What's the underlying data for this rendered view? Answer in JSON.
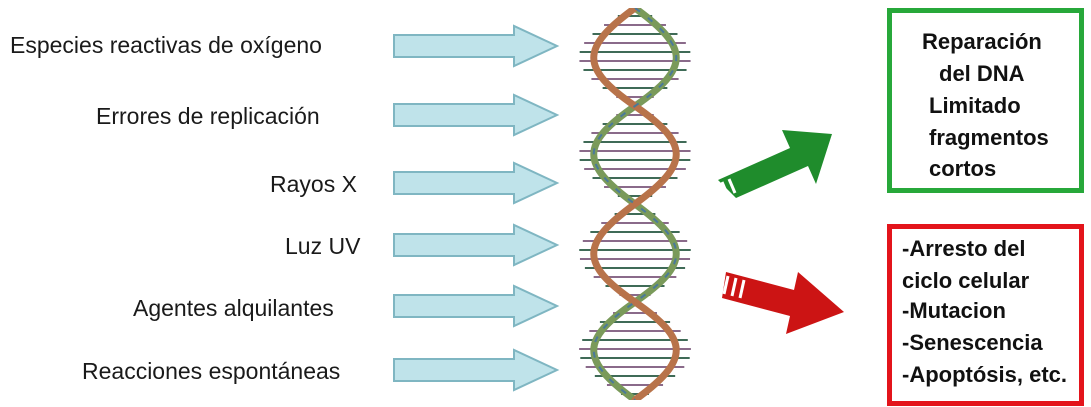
{
  "causes": [
    "Especies reactivas de oxígeno",
    "Errores de replicación",
    "Rayos X",
    "Luz UV",
    "Agentes alquilantes",
    "Reacciones espontáneas"
  ],
  "outcome_repair": {
    "lines": [
      "Reparación",
      "del DNA",
      "Limitado",
      "fragmentos",
      "cortos"
    ],
    "color": "#27a83a"
  },
  "outcome_damage": {
    "lines": [
      "-Arresto del",
      "ciclo celular",
      "-Mutacion",
      "-Senescencia",
      "-Apoptósis, etc."
    ],
    "color": "#e3141b"
  },
  "colors": {
    "cause_arrow": "#bfe3ea",
    "cause_arrow_border": "#7fb6c2"
  }
}
